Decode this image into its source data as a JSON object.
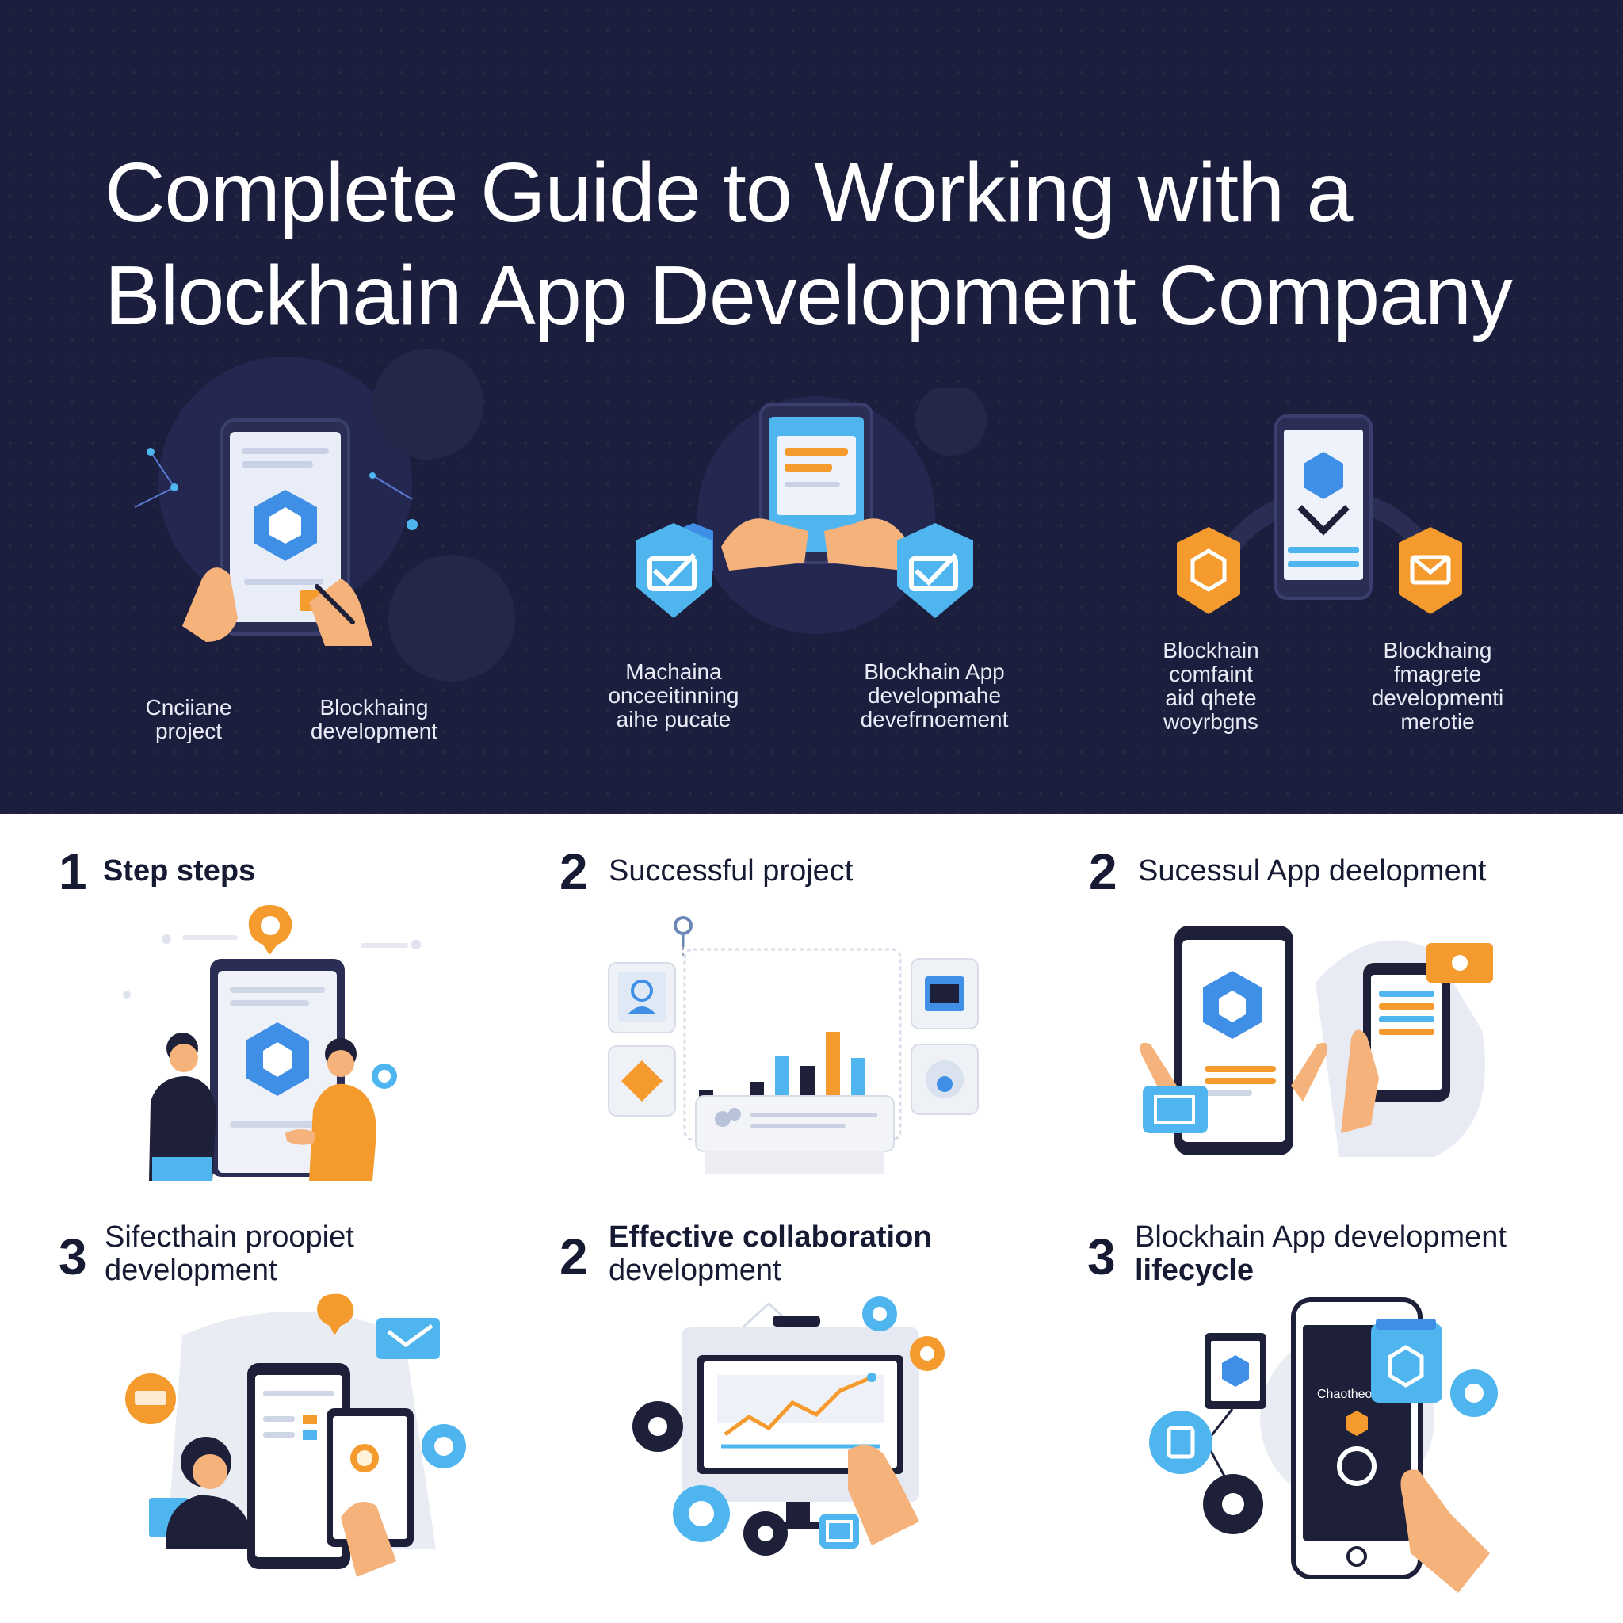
{
  "title": {
    "line1": "Complete Guide to Working with a",
    "line2": "Blockhain App Development Company"
  },
  "hero": {
    "captions": [
      {
        "line1": "Cnciiane",
        "line2": "project"
      },
      {
        "line1": "Blockhaing",
        "line2": "development"
      },
      {
        "line1": "Machaina",
        "line2": "onceeitinning",
        "line3": "aihe pucate"
      },
      {
        "line1": "Blockhain App",
        "line2": "developmahe",
        "line3": "devefrnoement"
      },
      {
        "line1": "Blockhain",
        "line2": "comfaint",
        "line3": "aid qhete",
        "line4": "woyrbgns"
      },
      {
        "line1": "Blockhaing",
        "line2": "fmagrete",
        "line3": "developmenti",
        "line4": "merotie"
      }
    ]
  },
  "steps": [
    {
      "number": "1",
      "label": "Step steps",
      "label2": ""
    },
    {
      "number": "2",
      "label": "Successful project",
      "label2": ""
    },
    {
      "number": "2",
      "label": "Sucessul App deelopment",
      "label2": ""
    },
    {
      "number": "3",
      "label": "Sifecthain proopiet",
      "label2": "development"
    },
    {
      "number": "2",
      "label": "Effective collaboration",
      "label2": "development"
    },
    {
      "number": "3",
      "label": "Blockhain App development",
      "label2": "lifecycle"
    }
  ],
  "phone_text": "Chaotheoam",
  "colors": {
    "navy": "#1b1e3d",
    "blue": "#3f8fe6",
    "lightblue": "#4fb5ee",
    "orange": "#f59a2c",
    "skin": "#f5b27a",
    "dark": "#1d2038"
  }
}
